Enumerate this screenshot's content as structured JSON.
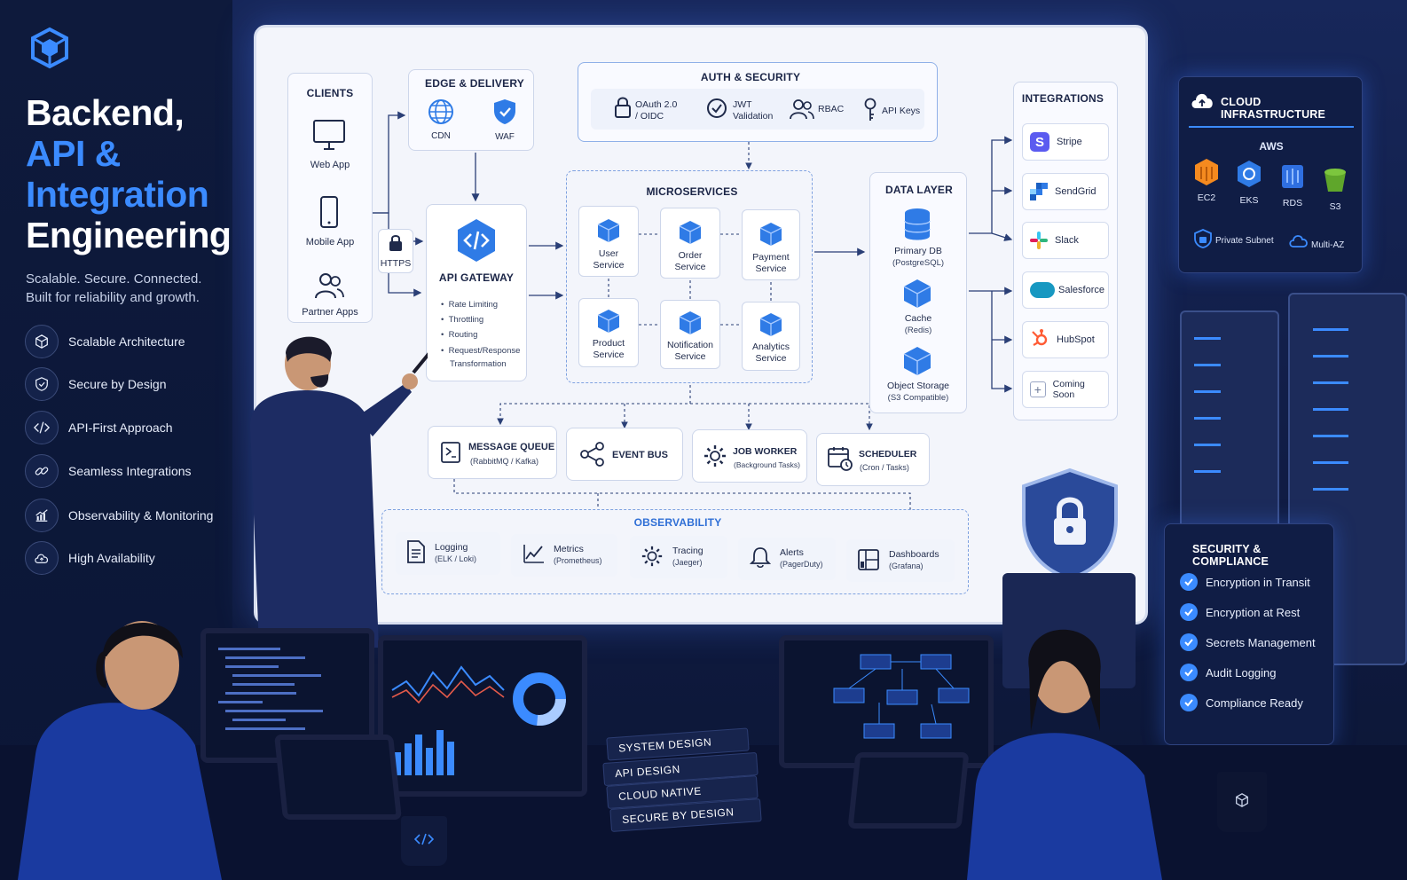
{
  "hero": {
    "title_line1": "Backend,",
    "title_line2": "API &",
    "title_line3": "Integration",
    "title_line4": "Engineering",
    "subtitle_line1": "Scalable. Secure. Connected.",
    "subtitle_line2": "Built for reliability and growth."
  },
  "features": [
    {
      "label": "Scalable Architecture",
      "icon": "cube-icon"
    },
    {
      "label": "Secure by Design",
      "icon": "shield-check-icon"
    },
    {
      "label": "API-First Approach",
      "icon": "code-icon"
    },
    {
      "label": "Seamless Integrations",
      "icon": "link-icon"
    },
    {
      "label": "Observability & Monitoring",
      "icon": "chart-icon"
    },
    {
      "label": "High Availability",
      "icon": "cloud-icon"
    }
  ],
  "clients": {
    "title": "CLIENTS",
    "items": [
      "Web App",
      "Mobile App",
      "Partner Apps"
    ]
  },
  "https_label": "HTTPS",
  "edge": {
    "title": "EDGE & DELIVERY",
    "items": [
      "CDN",
      "WAF"
    ]
  },
  "auth": {
    "title": "AUTH & SECURITY",
    "oauth_line1": "OAuth 2.0",
    "oauth_line2": "/ OIDC",
    "jwt_line1": "JWT",
    "jwt_line2": "Validation",
    "rbac": "RBAC",
    "api_keys": "API Keys"
  },
  "gateway": {
    "title": "API GATEWAY",
    "bullets": [
      "Rate Limiting",
      "Throttling",
      "Routing",
      "Request/Response",
      "Transformation"
    ]
  },
  "microservices": {
    "title": "MICROSERVICES",
    "items": [
      {
        "l1": "User",
        "l2": "Service"
      },
      {
        "l1": "Order",
        "l2": "Service"
      },
      {
        "l1": "Payment",
        "l2": "Service"
      },
      {
        "l1": "Product",
        "l2": "Service"
      },
      {
        "l1": "Notification",
        "l2": "Service"
      },
      {
        "l1": "Analytics",
        "l2": "Service"
      }
    ]
  },
  "data_layer": {
    "title": "DATA LAYER",
    "primary_l1": "Primary DB",
    "primary_l2": "(PostgreSQL)",
    "cache_l1": "Cache",
    "cache_l2": "(Redis)",
    "object_l1": "Object Storage",
    "object_l2": "(S3 Compatible)"
  },
  "integrations": {
    "title": "INTEGRATIONS",
    "items": [
      "Stripe",
      "SendGrid",
      "Slack",
      "Salesforce",
      "HubSpot",
      "Coming Soon"
    ]
  },
  "async": {
    "mq_title": "MESSAGE QUEUE",
    "mq_sub": "(RabbitMQ / Kafka)",
    "bus_title": "EVENT BUS",
    "job_title": "JOB WORKER",
    "job_sub": "(Background Tasks)",
    "sched_title": "SCHEDULER",
    "sched_sub": "(Cron / Tasks)"
  },
  "observability": {
    "title": "OBSERVABILITY",
    "items": [
      {
        "l1": "Logging",
        "l2": "(ELK / Loki)"
      },
      {
        "l1": "Metrics",
        "l2": "(Prometheus)"
      },
      {
        "l1": "Tracing",
        "l2": "(Jaeger)"
      },
      {
        "l1": "Alerts",
        "l2": "(PagerDuty)"
      },
      {
        "l1": "Dashboards",
        "l2": "(Grafana)"
      }
    ]
  },
  "cloud": {
    "title": "CLOUD INFRASTRUCTURE",
    "provider": "AWS",
    "services": [
      "EC2",
      "EKS",
      "RDS",
      "S3"
    ],
    "private_subnet": "Private Subnet",
    "multi_az": "Multi-AZ"
  },
  "security": {
    "title": "SECURITY & COMPLIANCE",
    "items": [
      "Encryption in Transit",
      "Encryption at Rest",
      "Secrets Management",
      "Audit Logging",
      "Compliance Ready"
    ]
  },
  "books": [
    "SYSTEM DESIGN",
    "API DESIGN",
    "CLOUD NATIVE",
    "SECURE BY DESIGN"
  ],
  "colors": {
    "accent": "#3b8bff",
    "navy": "#0f1b3d",
    "board": "#f3f5fb"
  }
}
